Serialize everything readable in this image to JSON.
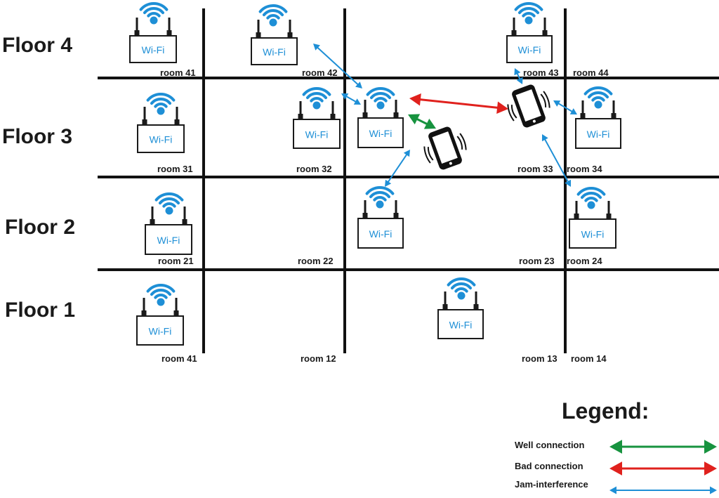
{
  "floors": [
    {
      "label": "Floor 4"
    },
    {
      "label": "Floor 3"
    },
    {
      "label": "Floor 2"
    },
    {
      "label": "Floor 1"
    }
  ],
  "rooms": [
    "room 41",
    "room 42",
    "room 43",
    "room 44",
    "room 31",
    "room 32",
    "room 33",
    "room 34",
    "room 21",
    "room 22",
    "room 23",
    "room 24",
    "room 41",
    "room 12",
    "room 13",
    "room 14"
  ],
  "router_label": "Wi-Fi",
  "legend": {
    "title": "Legend:",
    "items": [
      {
        "label": "Well connection",
        "color": "#17933f"
      },
      {
        "label": "Bad connection",
        "color": "#e0211d"
      },
      {
        "label": "Jam-interference",
        "color": "#1e8fd6"
      }
    ]
  },
  "colors": {
    "wall": "#111111",
    "wifi_signal": "#1e8fd6",
    "router_body": "#1a1a1a",
    "phone": "#111111"
  },
  "icons": [
    "wifi-router-icon",
    "smartphone-icon"
  ]
}
